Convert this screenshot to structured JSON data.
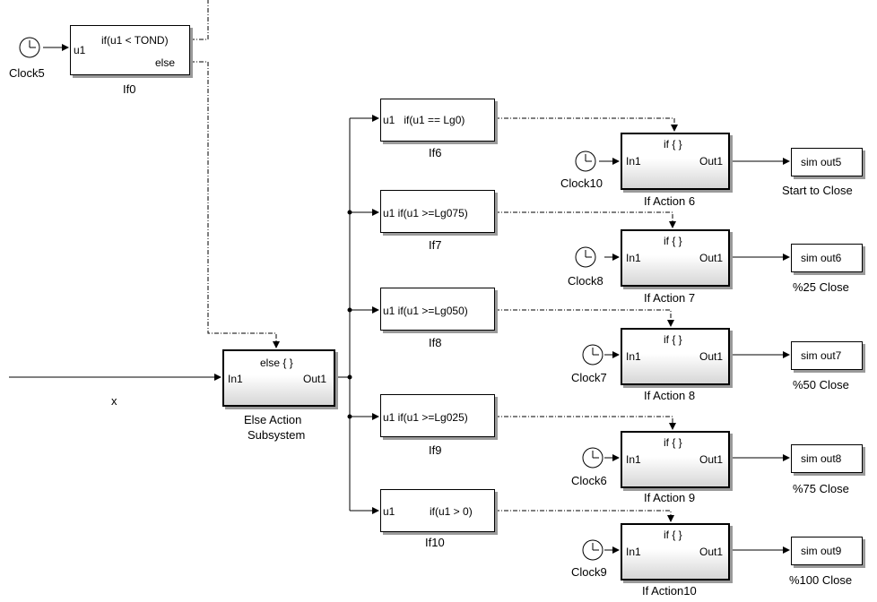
{
  "signal_label": "x",
  "if0": {
    "name": "If0",
    "input": "u1",
    "cond": "if(u1 < TOND)",
    "else": "else"
  },
  "clock5": {
    "name": "Clock5"
  },
  "else_sub": {
    "name_line1": "Else Action",
    "name_line2": "Subsystem",
    "header": "else { }",
    "in": "In1",
    "out": "Out1"
  },
  "if_blocks": [
    {
      "name": "If6",
      "text": "u1   if(u1 == Lg0)"
    },
    {
      "name": "If7",
      "text": "u1 if(u1 >=Lg075)"
    },
    {
      "name": "If8",
      "text": "u1 if(u1 >=Lg050)"
    },
    {
      "name": "If9",
      "text": "u1 if(u1 >=Lg025)"
    },
    {
      "name": "If10",
      "input": "u1",
      "text": "if(u1 > 0)"
    }
  ],
  "action_blocks": [
    {
      "name": "If Action 6",
      "header": "if { }",
      "in": "In1",
      "out": "Out1",
      "clock": "Clock10",
      "sink": "sim out5",
      "sink_label": "Start to Close"
    },
    {
      "name": "If Action 7",
      "header": "if { }",
      "in": "In1",
      "out": "Out1",
      "clock": "Clock8",
      "sink": "sim out6",
      "sink_label": "%25 Close"
    },
    {
      "name": "If Action 8",
      "header": "if { }",
      "in": "In1",
      "out": "Out1",
      "clock": "Clock7",
      "sink": "sim out7",
      "sink_label": "%50 Close"
    },
    {
      "name": "If Action 9",
      "header": "if { }",
      "in": "In1",
      "out": "Out1",
      "clock": "Clock6",
      "sink": "sim out8",
      "sink_label": "%75 Close"
    },
    {
      "name": "If Action10",
      "header": "if { }",
      "in": "In1",
      "out": "Out1",
      "clock": "Clock9",
      "sink": "sim out9",
      "sink_label": "%100 Close"
    }
  ]
}
